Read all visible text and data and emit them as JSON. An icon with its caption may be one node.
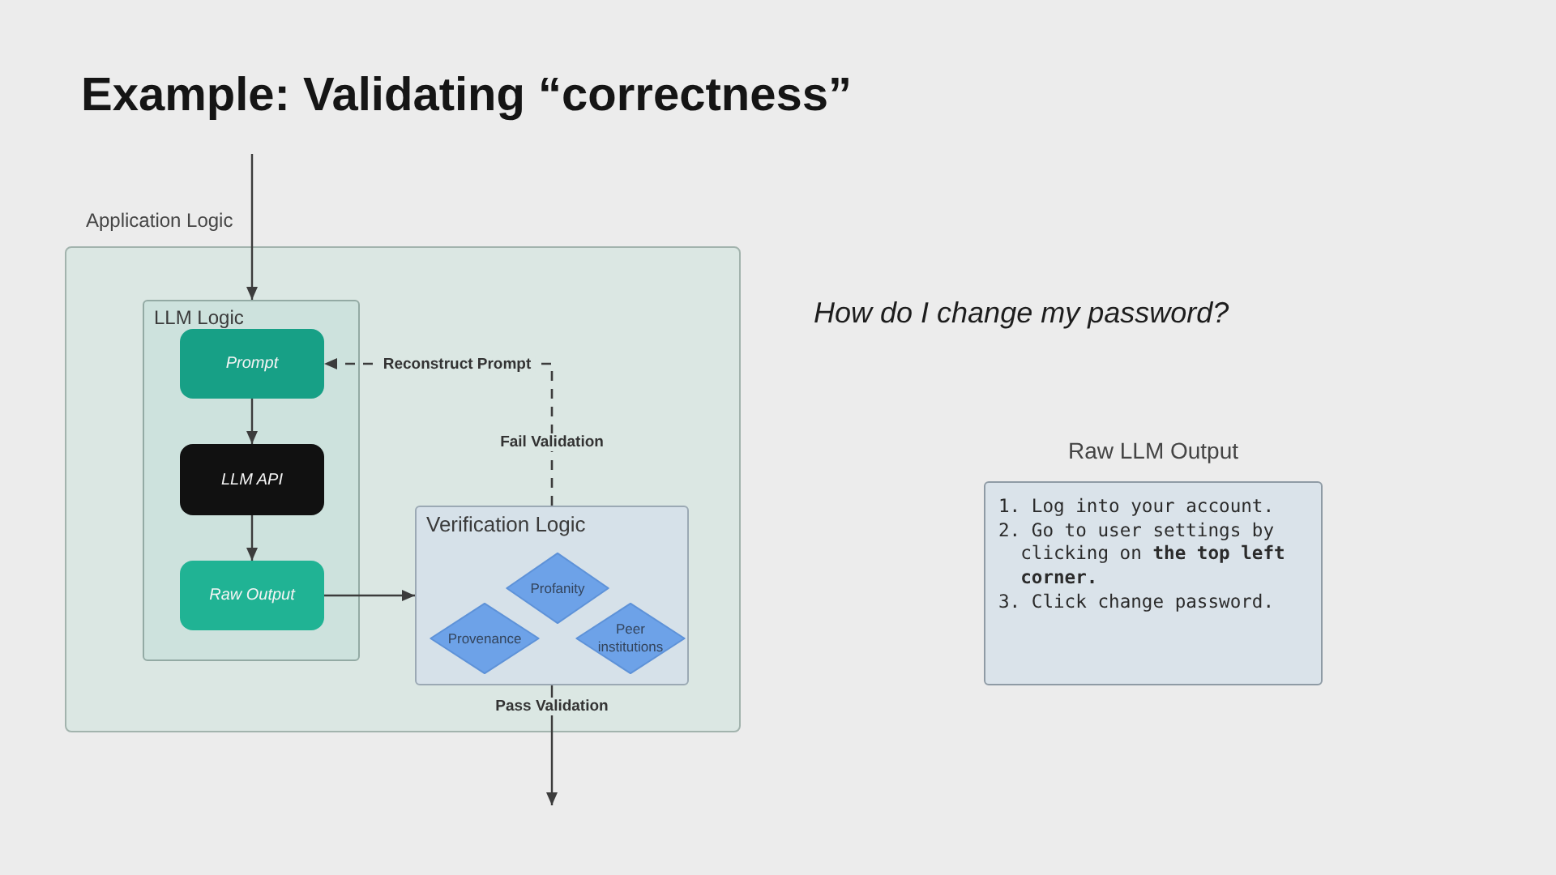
{
  "diagram": {
    "title": "Example: Validating “correctness”",
    "nodes": [
      {
        "text": [],
        "shape": "box"
      },
      {
        "text": [
          "LLM Logic"
        ],
        "in": 0
      },
      {
        "text": [
          "Prompt"
        ],
        "in": 1
      },
      {
        "text": [
          "LLM API"
        ],
        "in": 1
      },
      {
        "text": [
          "Raw Output"
        ],
        "in": 1
      },
      {
        "text": [
          "Verification Logic"
        ],
        "in": 0
      },
      {
        "text": [
          "Profanity"
        ],
        "in": 5
      },
      {
        "text": [
          "Provenance"
        ],
        "in": 5
      },
      {
        "text": [
          "Peer institutions"
        ],
        "in": 5
      },
      {
        "text": [
          "Raw LLM Output",
          "1. Log into your account.",
          "2. Go to user settings by clicking on **the top left corner.**",
          "3. Click change password."
        ]
      }
    ],
    "edges": [
      {
        "from": null,
        "to": 1,
        "arrow": "to"
      },
      {
        "from": 2,
        "to": 3,
        "arrow": "to"
      },
      {
        "from": 3,
        "to": 4,
        "arrow": "to"
      },
      {
        "from": 4,
        "to": 5,
        "arrow": "to"
      },
      {
        "from": 5,
        "to": 2,
        "arrow": "to",
        "label": "Fail Validation",
        "style": "dashed"
      },
      {
        "from": 5,
        "to": null,
        "arrow": "to",
        "label": "Pass Validation"
      }
    ],
    "labels": [
      "Application Logic",
      "Reconstruct Prompt",
      "How do I change my password?"
    ]
  }
}
